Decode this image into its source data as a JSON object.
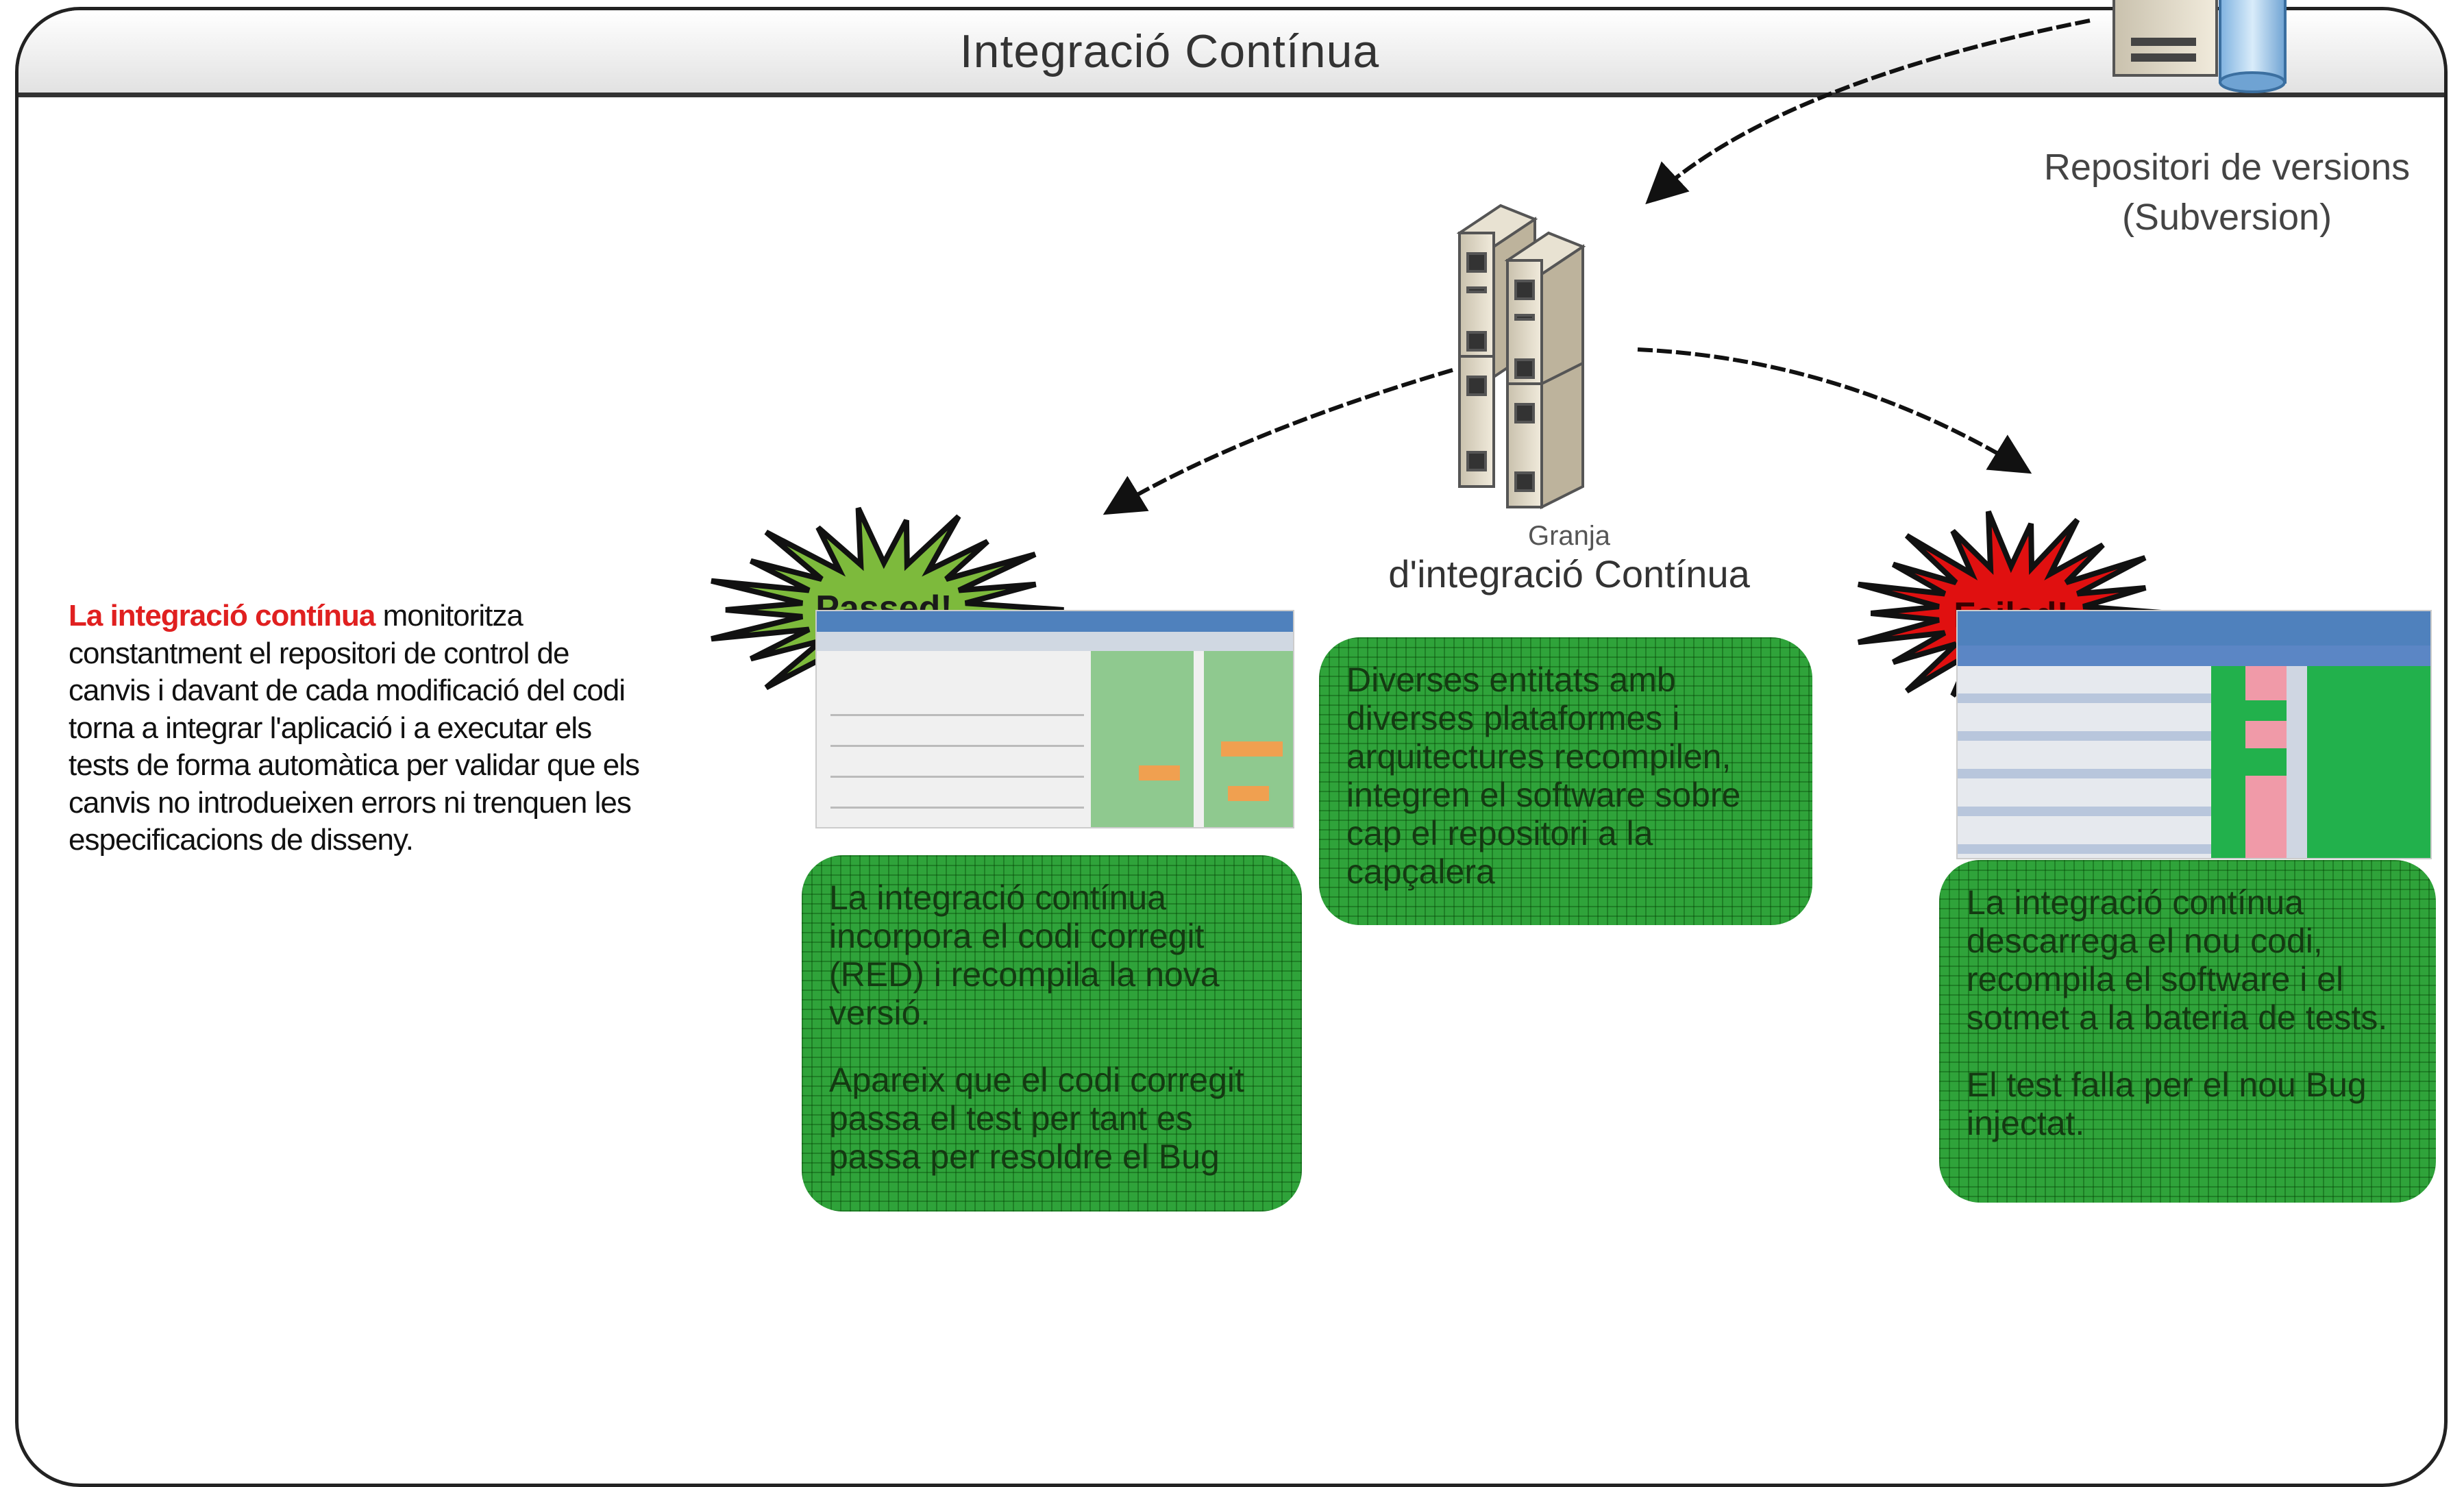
{
  "title": "Integració Contínua",
  "repository": {
    "label_line1": "Repositori de versions",
    "label_line2": "(Subversion)"
  },
  "farm": {
    "label_small": "Granja",
    "label_big": "d'integració Contínua"
  },
  "intro": {
    "highlight": "La integració contínua",
    "text": " monitoritza constantment el repositori de control de canvis i davant de cada modificació del codi torna a integrar l'aplicació i a executar els tests de forma automàtica per validar que els canvis no introdueixen errors ni trenquen les especificacions de disseny."
  },
  "passed": {
    "label": "Passed!",
    "box_p1": "La integració contínua incorpora el codi corregit (RED) i recompila la nova versió.",
    "box_p2": "Apareix que el codi corregit passa el test per tant es passa per resoldre el Bug"
  },
  "center_box": {
    "text": "Diverses entitats amb diverses plataformes i arquitectures recompilen, integren el software sobre cap el repositori a la capçalera"
  },
  "failed": {
    "label": "Failed!",
    "box_p1": "La integració contínua descarrega el nou codi, recompila el software i el sotmet a la bateria de tests.",
    "box_p2": "El test falla per el nou Bug injectat."
  },
  "colors": {
    "passed_burst": "#7dba3c",
    "failed_burst": "#e01010",
    "green_box": "#2fa33a",
    "highlight_text": "#e02020",
    "screenshot_header": "#4f81bd"
  }
}
